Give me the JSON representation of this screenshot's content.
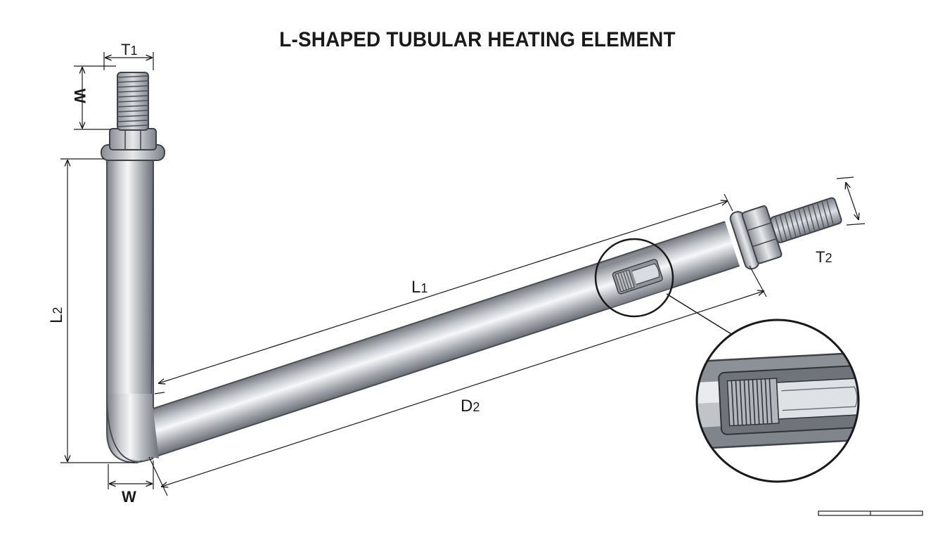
{
  "title": "L-SHAPED TUBULAR HEATING ELEMENT",
  "labels": {
    "t1": {
      "main": "T",
      "sub": "1"
    },
    "w_top": {
      "main": "W"
    },
    "l2": {
      "main": "L",
      "sub": "2"
    },
    "w_bottom": {
      "main": "W"
    },
    "l1": {
      "main": "L",
      "sub": "1"
    },
    "d2": {
      "main": "D",
      "sub": "2"
    },
    "t2": {
      "main": "T",
      "sub": "2"
    }
  },
  "colors": {
    "background": "#ffffff",
    "line": "#1a1a1a",
    "metal_light": "#f4f5f7",
    "metal_mid": "#b9bdc3",
    "metal_dark": "#6f747b"
  }
}
